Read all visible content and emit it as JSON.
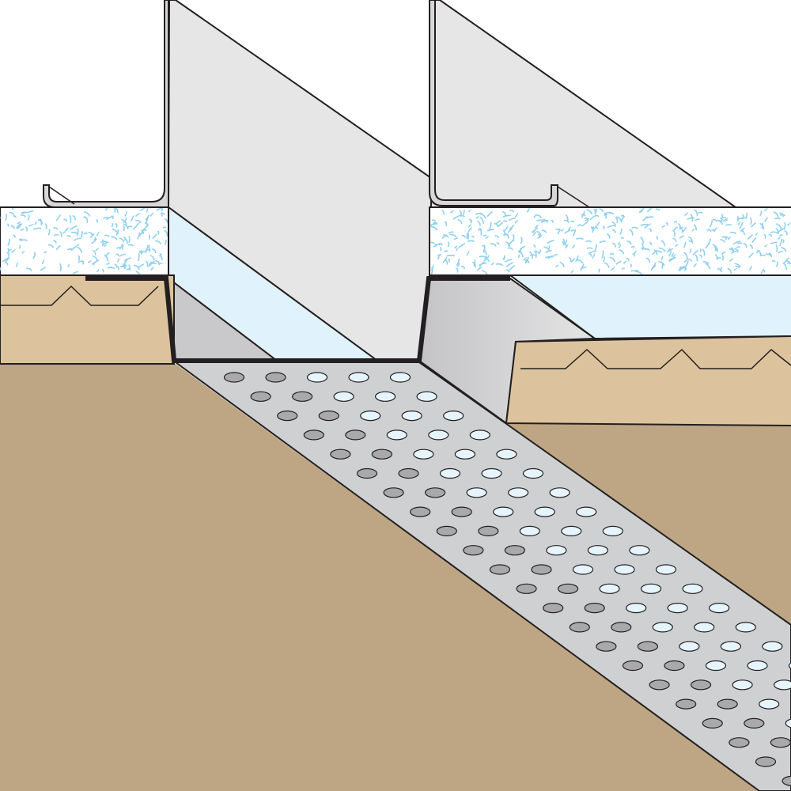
{
  "diagram": {
    "colors": {
      "panel": "#e6e6e7",
      "panel_shade": "#c9c9cb",
      "insulation_side": "#e0f2fc",
      "insulation_speckle": "#8fd0ef",
      "soil_layer": "#dcc39d",
      "ground": "#bea684",
      "perforated_strip": "#cfd0d2",
      "hole_dark": "#a9a9ab",
      "hole_light": "#e6f5fd",
      "membrane": "#231f20",
      "outline": "#231f20"
    },
    "perforation": {
      "rows": 22,
      "holes_per_row": 5,
      "shaded_holes_per_row": 2
    }
  }
}
